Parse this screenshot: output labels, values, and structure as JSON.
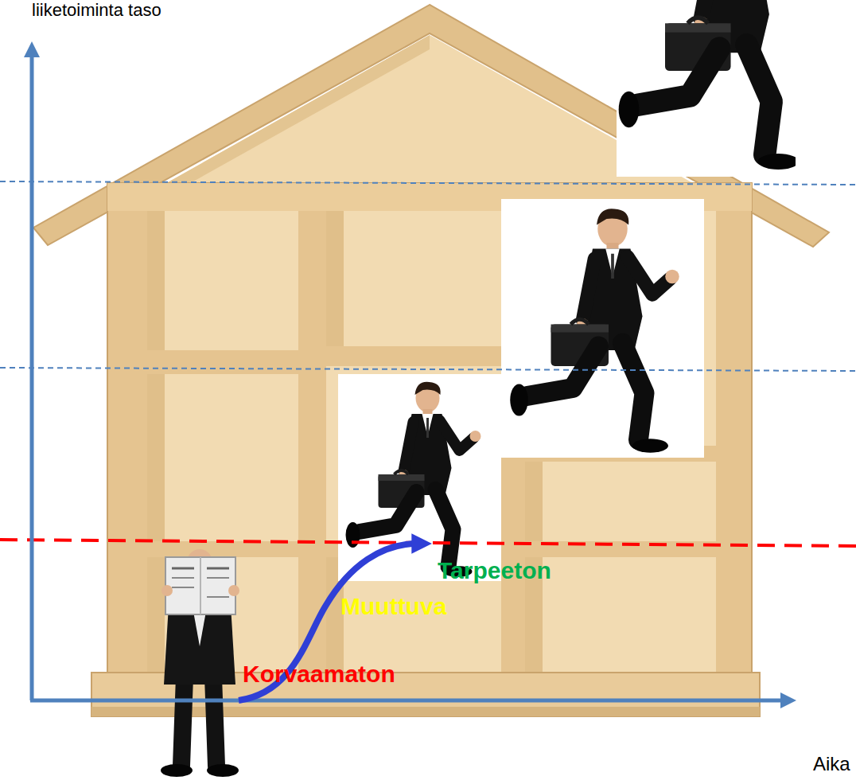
{
  "diagram": {
    "labels": [
      "liiketoiminta taso",
      "Korvaamaton",
      "Muuttuva",
      "Tarpeeton",
      "Aika"
    ]
  }
}
